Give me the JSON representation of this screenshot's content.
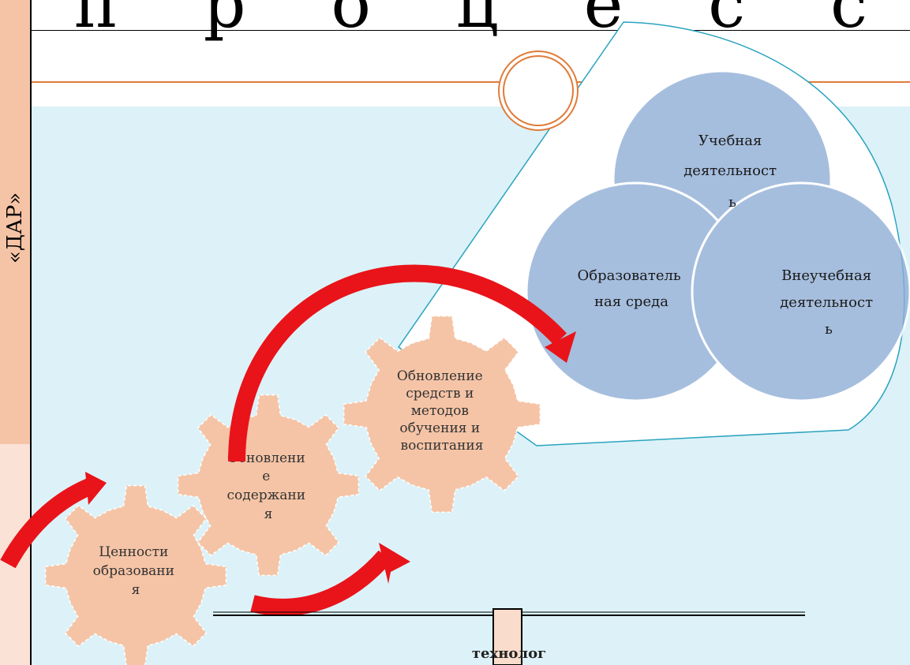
{
  "title": {
    "letters": [
      "п",
      "р",
      "о",
      "ц",
      "е",
      "с",
      "с"
    ]
  },
  "side_label": "«ДАР»",
  "gears": [
    {
      "lines": [
        "Ценности",
        "образовани",
        "я"
      ]
    },
    {
      "lines": [
        "Обновлени",
        "е",
        "содержани",
        "я"
      ]
    },
    {
      "lines": [
        "Обновление",
        "средств и",
        "методов",
        "обучения и",
        "воспитания"
      ]
    }
  ],
  "venn": [
    {
      "lines": [
        "Учебная",
        "деятельност",
        "ь"
      ]
    },
    {
      "lines": [
        "Образователь",
        "ная среда"
      ]
    },
    {
      "lines": [
        "Внеучебная",
        "деятельност",
        "ь"
      ]
    }
  ],
  "bottom_label": "технолог",
  "colors": {
    "gear_fill": "#f5c4a6",
    "arrow": "#e8141a",
    "venn_fill": "#7f9fc9",
    "background": "#dcf2f8",
    "accent_line": "#e07b39"
  }
}
